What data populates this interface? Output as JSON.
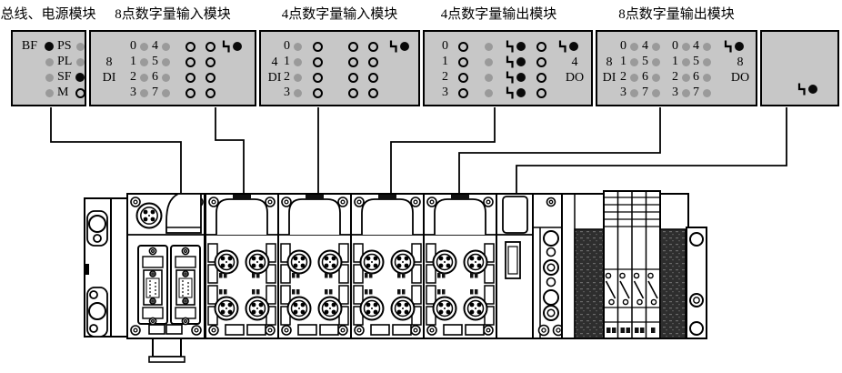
{
  "colors": {
    "module_fill": "#c7c7c7",
    "outline": "#000000",
    "led_gray": "#9a9a9a",
    "led_black": "#0a0a0a",
    "dark_block": "#2e2e2e"
  },
  "schematic": {
    "modules": [
      {
        "key": "bus-power",
        "title": "总线、电源模块",
        "type": "status",
        "rows": [
          {
            "pre": "BF",
            "d1": "black",
            "label": "PS",
            "d2": "gray"
          },
          {
            "pre": "",
            "d1": "gray",
            "label": "PL",
            "d2": "gray"
          },
          {
            "pre": "",
            "d1": "gray",
            "label": "SF",
            "d2": "black"
          },
          {
            "pre": "",
            "d1": "gray",
            "label": "M",
            "d2": "open"
          }
        ]
      },
      {
        "key": "di-8",
        "title": "8点数字量输入模块",
        "type": "di8",
        "side_label": {
          "count": "8",
          "kind": "DI"
        },
        "numbers": [
          [
            "0",
            "1",
            "2",
            "3"
          ],
          [
            "4",
            "5",
            "6",
            "7"
          ]
        ],
        "corner_connector": "step-plug"
      },
      {
        "key": "di-4",
        "title": "4点数字量输入模块",
        "type": "di4",
        "side_label": {
          "count": "4",
          "kind": "DI"
        },
        "numbers": [
          [
            "0",
            "1",
            "2",
            "3"
          ]
        ],
        "corner_connector": "step-plug"
      },
      {
        "key": "do-4",
        "title": "4点数字量输出模块",
        "type": "do4",
        "side_label": {
          "count": "4",
          "kind": "DO"
        },
        "numbers": [
          [
            "0",
            "1",
            "2",
            "3"
          ]
        ],
        "corner_connector": "step-plug"
      },
      {
        "key": "dio-8",
        "title": "8点数字量输出模块",
        "type": "dio8",
        "side_label_left": {
          "count": "8",
          "kind": "DI"
        },
        "side_label_right": {
          "count": "8",
          "kind": "DO"
        },
        "numbers_left": [
          [
            "0",
            "1",
            "2",
            "3"
          ],
          [
            "4",
            "5",
            "6",
            "7"
          ]
        ],
        "numbers_right": [
          [
            "0",
            "1",
            "2",
            "3"
          ],
          [
            "4",
            "5",
            "6",
            "7"
          ]
        ],
        "corner_connector": "step-plug"
      },
      {
        "key": "end-module",
        "title": "",
        "type": "end",
        "corner_connector": "step-plug"
      }
    ]
  }
}
